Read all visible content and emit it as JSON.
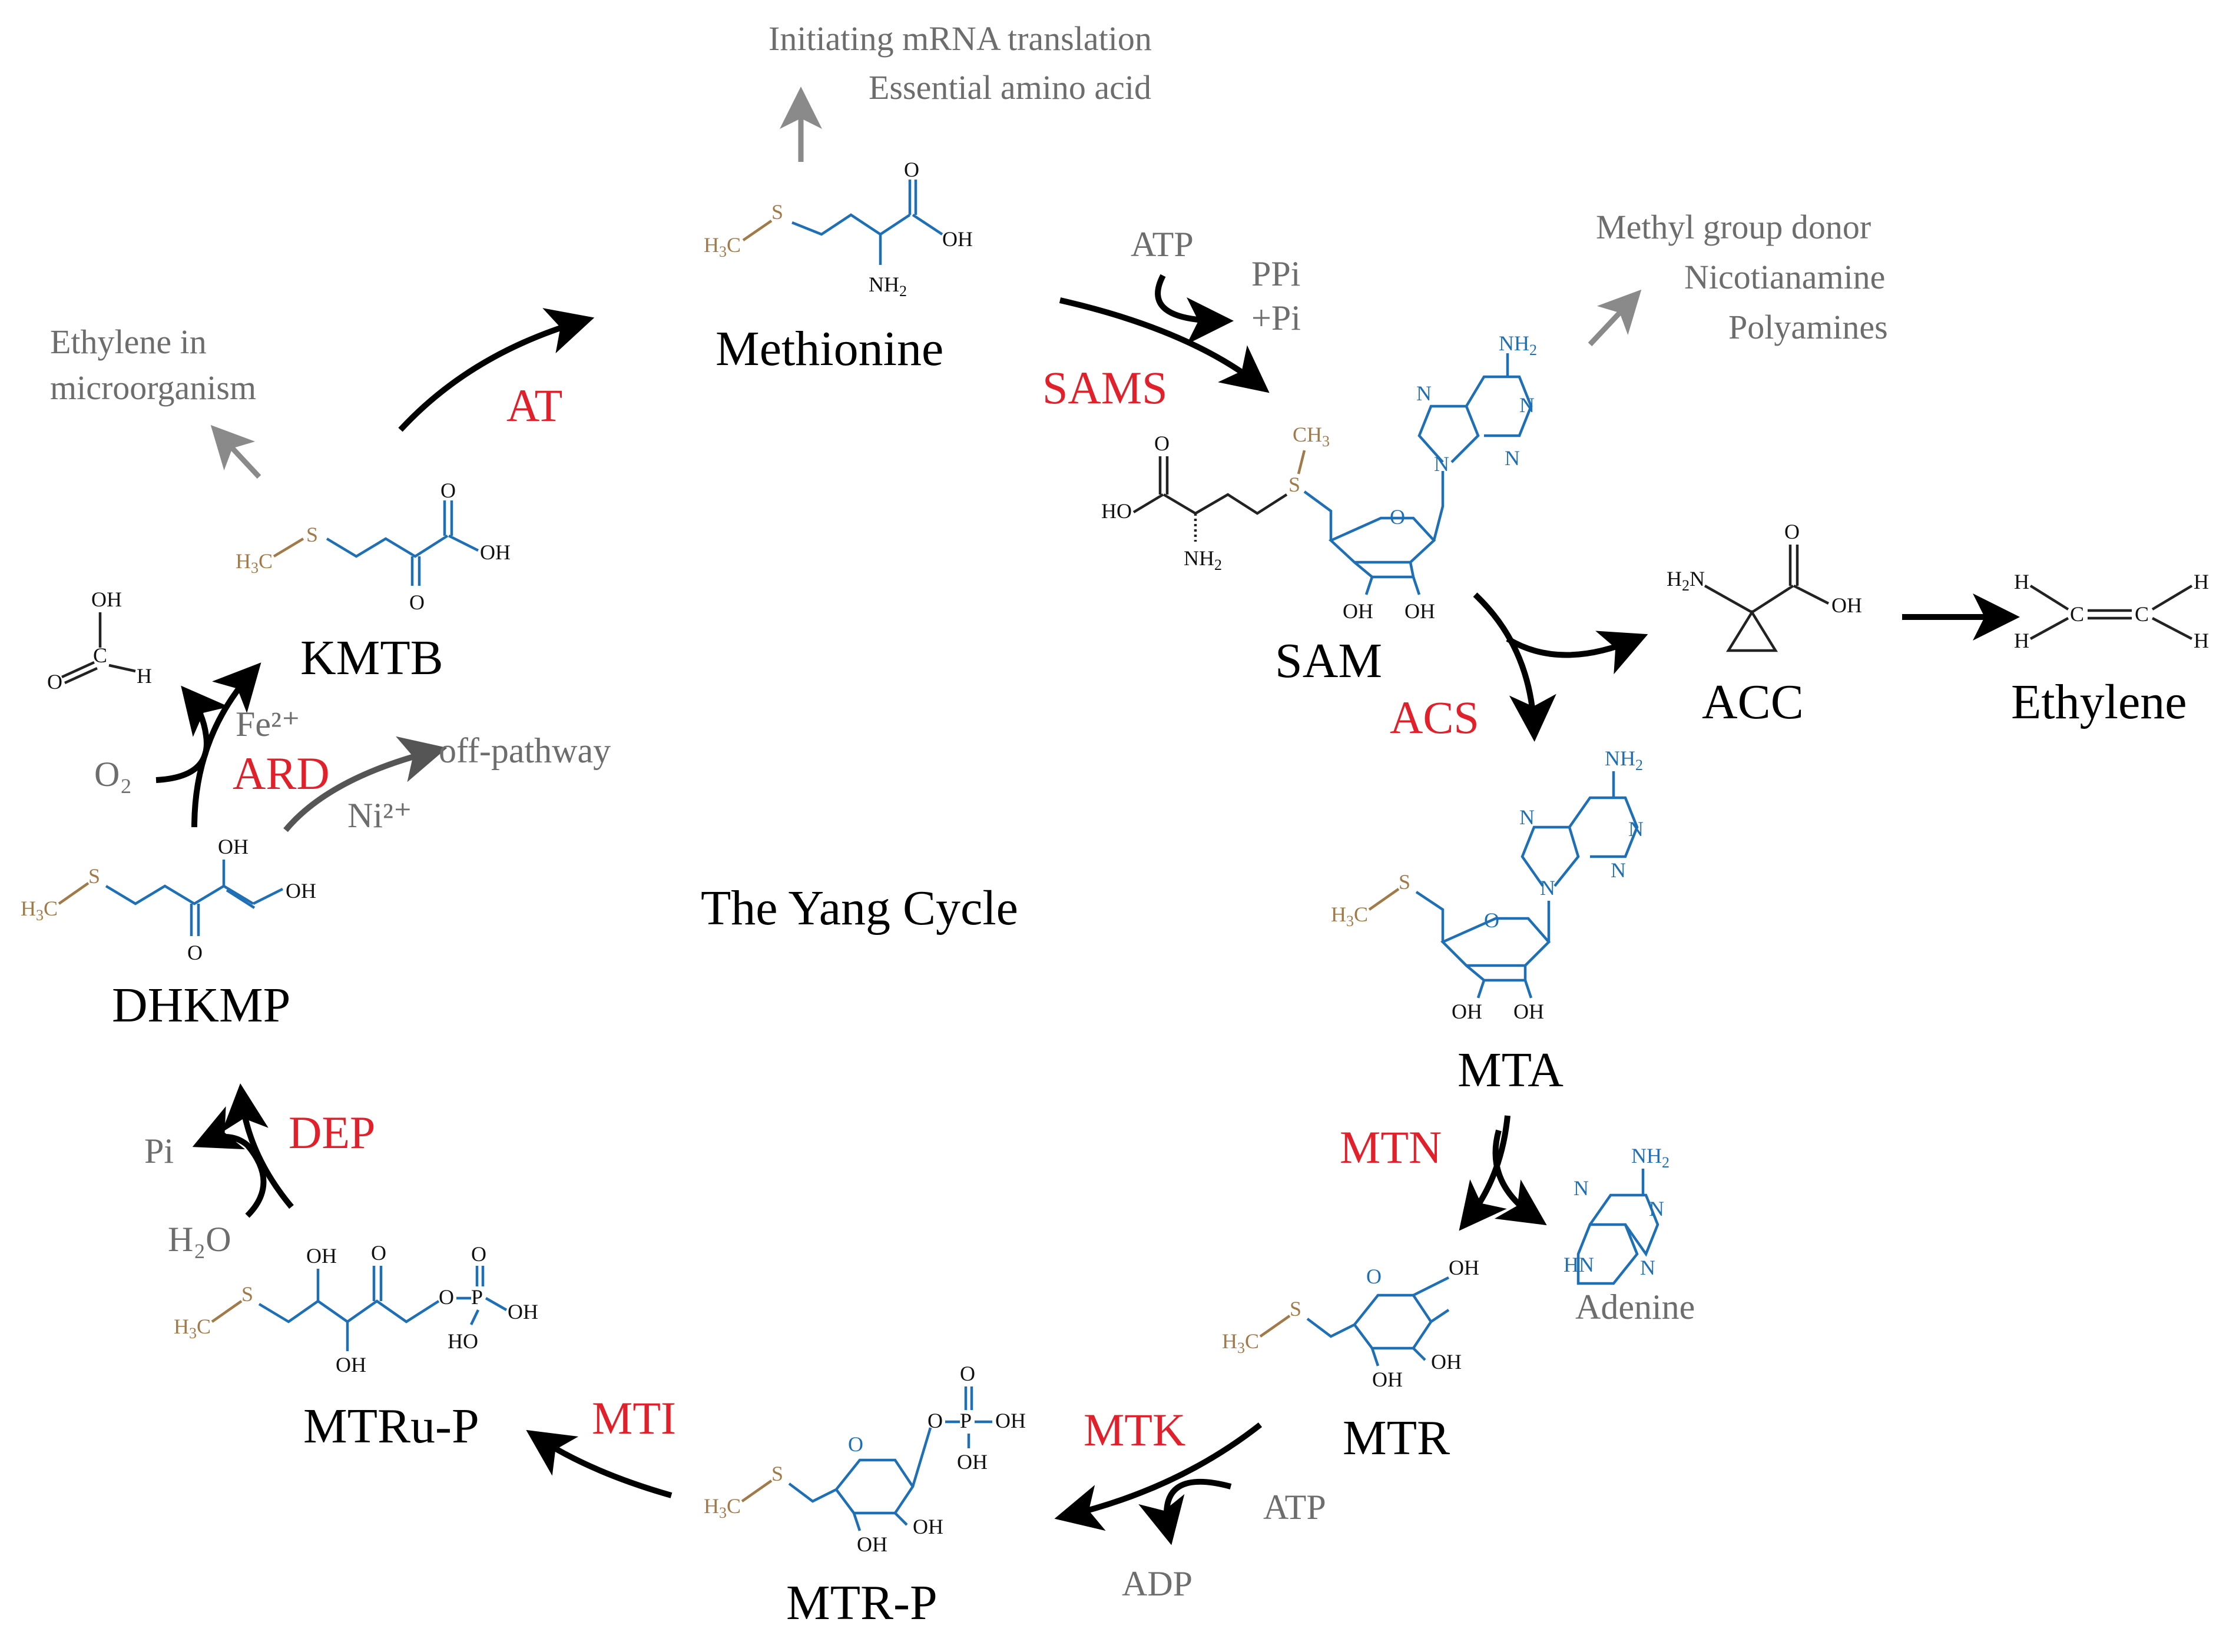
{
  "diagram": {
    "title": "The Yang Cycle",
    "metabolites": {
      "methionine": "Methionine",
      "sam": "SAM",
      "acc": "ACC",
      "ethylene": "Ethylene",
      "mta": "MTA",
      "adenine": "Adenine",
      "mtr": "MTR",
      "mtr_p": "MTR-P",
      "mtru_p": "MTRu-P",
      "dhkmp": "DHKMP",
      "kmtb": "KMTB"
    },
    "enzymes": {
      "sams": "SAMS",
      "acs": "ACS",
      "mtn": "MTN",
      "mtk": "MTK",
      "mti": "MTI",
      "dep": "DEP",
      "ard": "ARD",
      "at": "AT"
    },
    "cofactors": {
      "atp_sams": "ATP",
      "ppi": "PPi",
      "pi_plus": "+Pi",
      "atp_mtk": "ATP",
      "adp": "ADP",
      "h2o": "H₂O",
      "pi_dep": "Pi",
      "o2": "O₂",
      "fe": "Fe²⁺",
      "ni": "Ni²⁺",
      "off_pathway": "off-pathway"
    },
    "notes": {
      "methionine_1": "Initiating mRNA translation",
      "methionine_2": "Essential amino acid",
      "sam_1": "Methyl group donor",
      "sam_2": "Nicotianamine",
      "sam_3": "Polyamines",
      "kmtb_1": "Ethylene in",
      "kmtb_2": "microorganism"
    }
  }
}
